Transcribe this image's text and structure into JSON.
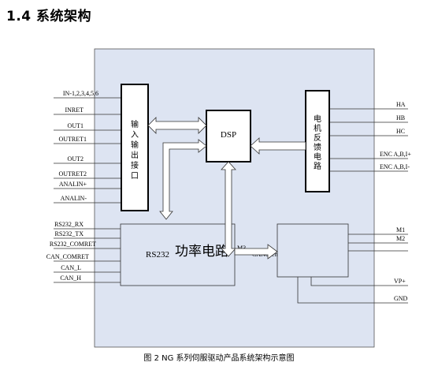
{
  "heading": "1.4 系统架构",
  "caption": "图 2 NG 系列伺服驱动产品系统架构示意图",
  "blocks": {
    "io": [
      "输",
      "入",
      "输",
      "出",
      "接",
      "口"
    ],
    "dsp": "DSP",
    "feedback": [
      "电",
      "机",
      "反",
      "馈",
      "电",
      "路"
    ],
    "rs232": "RS232",
    "watermark": "功率电路",
    "m3": "M3",
    "canopen": "CANopen"
  },
  "left_signals": [
    "IN-1,2,3,4,5,6",
    "INRET",
    "OUT1",
    "OUTRET1",
    "OUT2",
    "OUTRET2",
    "ANALIN+",
    "ANALIN-"
  ],
  "left_bottom_signals": [
    "RS232_RX",
    "RS232_TX",
    "RS232_COMRET",
    "CAN_COMRET",
    "CAN_L",
    "CAN_H"
  ],
  "right_feedback_signals": [
    "HA",
    "HB",
    "HC",
    "ENC A,B,I+",
    "ENC A,B,I-"
  ],
  "right_power_signals": [
    "M1",
    "M2",
    "VP+",
    "GND"
  ]
}
